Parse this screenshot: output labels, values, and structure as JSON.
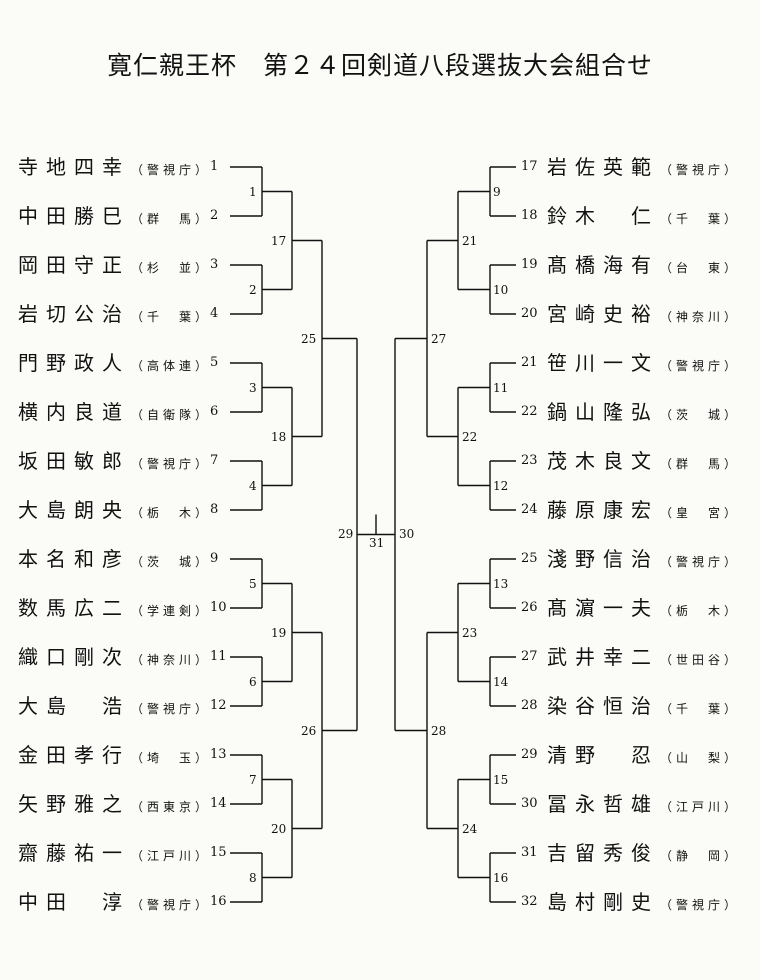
{
  "title": "寛仁親王杯　第２４回剣道八段選抜大会組合せ",
  "left_players": [
    {
      "seed": "1",
      "name": "寺地四幸",
      "affiliation": "（警視庁）"
    },
    {
      "seed": "2",
      "name": "中田勝巳",
      "affiliation": "（群　馬）"
    },
    {
      "seed": "3",
      "name": "岡田守正",
      "affiliation": "（杉　並）"
    },
    {
      "seed": "4",
      "name": "岩切公治",
      "affiliation": "（千　葉）"
    },
    {
      "seed": "5",
      "name": "門野政人",
      "affiliation": "（高体連）"
    },
    {
      "seed": "6",
      "name": "横内良道",
      "affiliation": "（自衛隊）"
    },
    {
      "seed": "7",
      "name": "坂田敏郎",
      "affiliation": "（警視庁）"
    },
    {
      "seed": "8",
      "name": "大島朗央",
      "affiliation": "（栃　木）"
    },
    {
      "seed": "9",
      "name": "本名和彦",
      "affiliation": "（茨　城）"
    },
    {
      "seed": "10",
      "name": "数馬広二",
      "affiliation": "（学連剣）"
    },
    {
      "seed": "11",
      "name": "織口剛次",
      "affiliation": "（神奈川）"
    },
    {
      "seed": "12",
      "name": "大島　浩",
      "affiliation": "（警視庁）"
    },
    {
      "seed": "13",
      "name": "金田孝行",
      "affiliation": "（埼　玉）"
    },
    {
      "seed": "14",
      "name": "矢野雅之",
      "affiliation": "（西東京）"
    },
    {
      "seed": "15",
      "name": "齋藤祐一",
      "affiliation": "（江戸川）"
    },
    {
      "seed": "16",
      "name": "中田　淳",
      "affiliation": "（警視庁）"
    }
  ],
  "right_players": [
    {
      "seed": "17",
      "name": "岩佐英範",
      "affiliation": "（警視庁）"
    },
    {
      "seed": "18",
      "name": "鈴木　仁",
      "affiliation": "（千　葉）"
    },
    {
      "seed": "19",
      "name": "髙橋海有",
      "affiliation": "（台　東）"
    },
    {
      "seed": "20",
      "name": "宮崎史裕",
      "affiliation": "（神奈川）"
    },
    {
      "seed": "21",
      "name": "笹川一文",
      "affiliation": "（警視庁）"
    },
    {
      "seed": "22",
      "name": "鍋山隆弘",
      "affiliation": "（茨　城）"
    },
    {
      "seed": "23",
      "name": "茂木良文",
      "affiliation": "（群　馬）"
    },
    {
      "seed": "24",
      "name": "藤原康宏",
      "affiliation": "（皇　宮）"
    },
    {
      "seed": "25",
      "name": "淺野信治",
      "affiliation": "（警視庁）"
    },
    {
      "seed": "26",
      "name": "髙濵一夫",
      "affiliation": "（栃　木）"
    },
    {
      "seed": "27",
      "name": "武井幸二",
      "affiliation": "（世田谷）"
    },
    {
      "seed": "28",
      "name": "染谷恒治",
      "affiliation": "（千　葉）"
    },
    {
      "seed": "29",
      "name": "清野　忍",
      "affiliation": "（山　梨）"
    },
    {
      "seed": "30",
      "name": "冨永哲雄",
      "affiliation": "（江戸川）"
    },
    {
      "seed": "31",
      "name": "吉留秀俊",
      "affiliation": "（静　岡）"
    },
    {
      "seed": "32",
      "name": "島村剛史",
      "affiliation": "（警視庁）"
    }
  ],
  "match_numbers": {
    "round1_left": [
      "1",
      "2",
      "3",
      "4",
      "5",
      "6",
      "7",
      "8"
    ],
    "round1_right": [
      "9",
      "10",
      "11",
      "12",
      "13",
      "14",
      "15",
      "16"
    ],
    "round2_left": [
      "17",
      "18",
      "19",
      "20"
    ],
    "round2_right": [
      "21",
      "22",
      "23",
      "24"
    ],
    "quarter_left": [
      "25",
      "26"
    ],
    "quarter_right": [
      "27",
      "28"
    ],
    "semi_left": "29",
    "semi_right": "30",
    "final": "31"
  }
}
